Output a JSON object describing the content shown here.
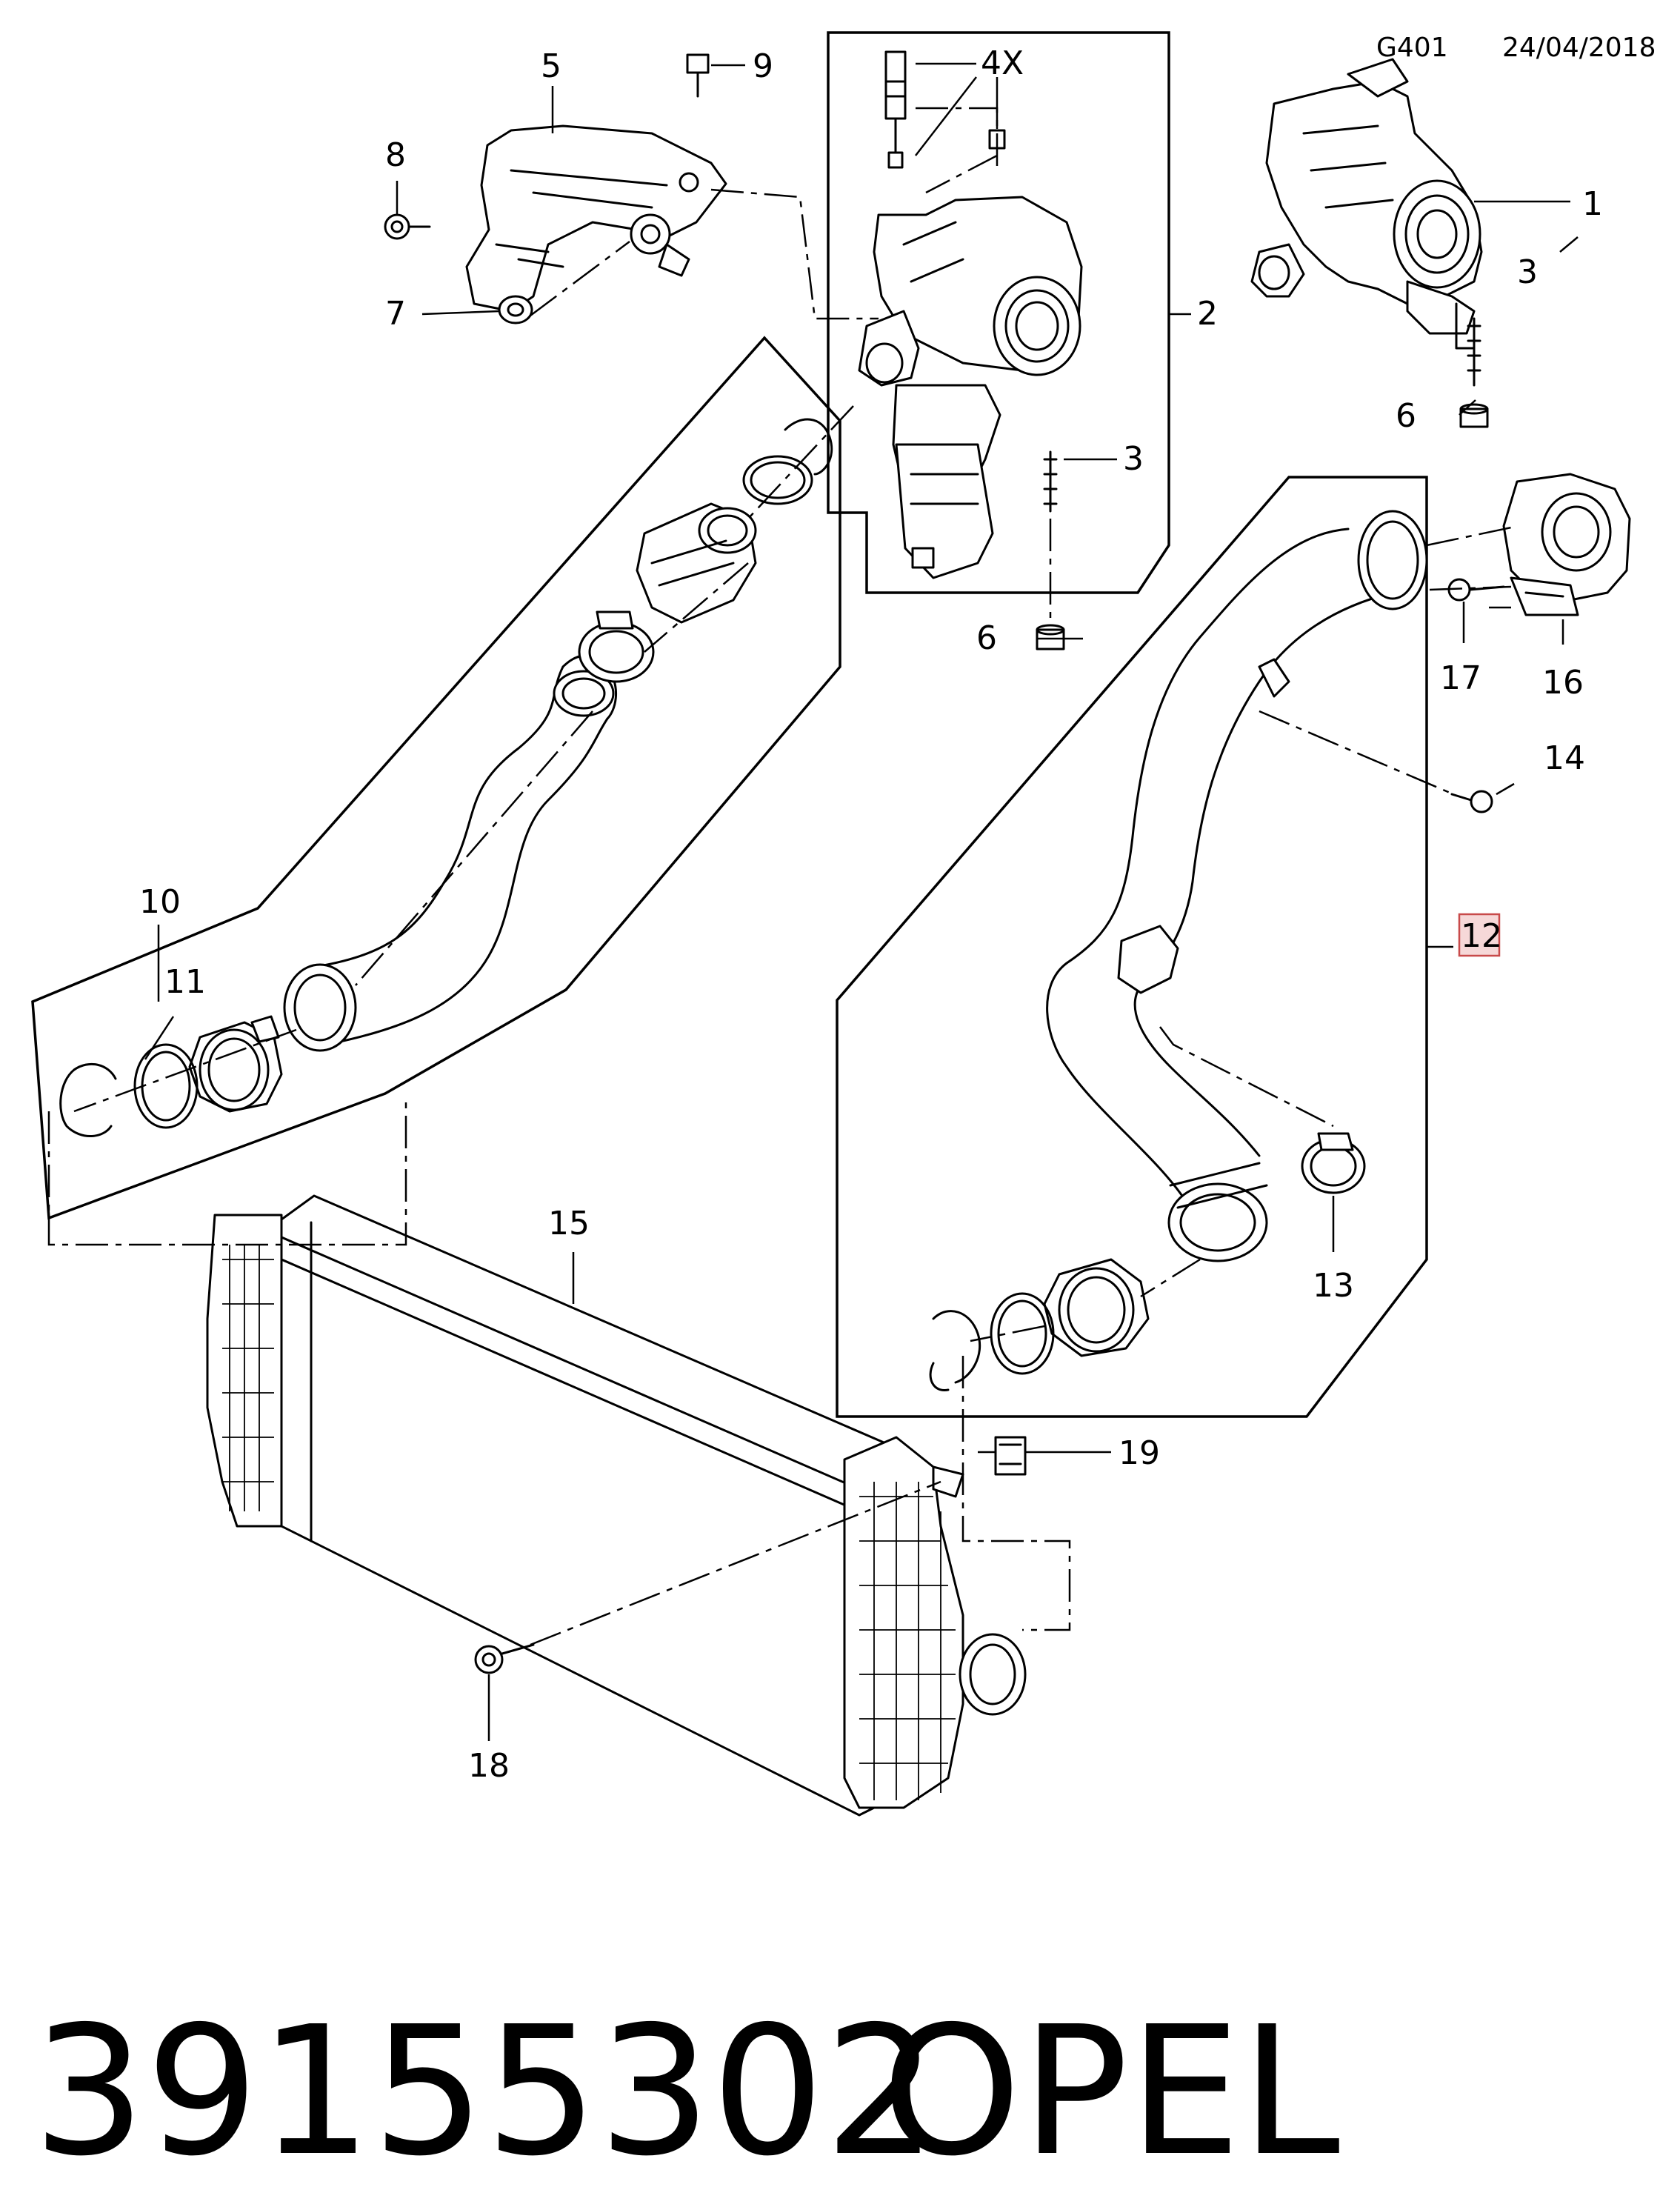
{
  "header": {
    "code": "G401",
    "date": "24/04/2018"
  },
  "callouts": {
    "c1": "1",
    "c2": "2",
    "c3a": "3",
    "c3b": "3",
    "c4": "4X",
    "c5": "5",
    "c6a": "6",
    "c6b": "6",
    "c7": "7",
    "c8": "8",
    "c9": "9",
    "c10": "10",
    "c11": "11",
    "c12": "12",
    "c13": "13",
    "c14": "14",
    "c15": "15",
    "c16": "16",
    "c17": "17",
    "c18": "18",
    "c19": "19"
  },
  "highlighted_callout": "12",
  "footer": {
    "part_number": "39155302",
    "brand": "OPEL"
  },
  "colors": {
    "line": "#000000",
    "background": "#ffffff",
    "highlight": "#f6d8d8",
    "highlight_border": "#c84a4a"
  }
}
